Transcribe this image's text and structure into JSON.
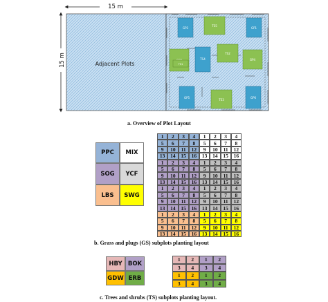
{
  "overview": {
    "dim_top": "15 m",
    "dim_left": "15 m",
    "adjacent_label": "Adjacent Plots",
    "plots": [
      {
        "id": "GP3",
        "type": "GS"
      },
      {
        "id": "TS5",
        "type": "TS"
      },
      {
        "id": "GP1",
        "type": "GS"
      },
      {
        "id": "GP2",
        "type": "GS"
      },
      {
        "id": "TS4",
        "type": "TS"
      },
      {
        "id": "TS2",
        "type": "TS"
      },
      {
        "id": "GP4",
        "type": "GS"
      },
      {
        "id": "TS1",
        "type": "TS"
      },
      {
        "id": "GP5",
        "type": "GS"
      },
      {
        "id": "TS3",
        "type": "TS"
      },
      {
        "id": "GP6",
        "type": "GS"
      }
    ],
    "colors": {
      "gs": "#3ea1cd",
      "ts": "#8cc152",
      "hatch_bg": "#c8dff2",
      "outline": "#555555"
    }
  },
  "captions": {
    "a": "a. Overview of Plot Layout",
    "b": "b. Grass and plugs (GS) subplots planting layout",
    "c": "c. Trees and shrubs (TS) subplots planting layout."
  },
  "gs_legend": [
    {
      "label": "PPC",
      "color": "#95b3d7"
    },
    {
      "label": "MIX",
      "color": "#ffffff"
    },
    {
      "label": "SOG",
      "color": "#b1a0c7"
    },
    {
      "label": "YCF",
      "color": "#d9d9d9"
    },
    {
      "label": "LBS",
      "color": "#fabf8f"
    },
    {
      "label": "SWG",
      "color": "#ffff00"
    }
  ],
  "gs_grid": {
    "numbers": [
      [
        "1",
        "2",
        "3",
        "4"
      ],
      [
        "5",
        "6",
        "7",
        "8"
      ],
      [
        "9",
        "10",
        "11",
        "12"
      ],
      [
        "13",
        "14",
        "15",
        "16"
      ]
    ],
    "colors": [
      "#95b3d7",
      "#ffffff",
      "#b1a0c7",
      "#bfbfbf",
      "#fabf8f",
      "#ffff00"
    ]
  },
  "ts_legend": [
    {
      "label": "HBY",
      "color": "#e6b8b7"
    },
    {
      "label": "BOK",
      "color": "#b1a0c7"
    },
    {
      "label": "GDW",
      "color": "#ffc000"
    },
    {
      "label": "ERB",
      "color": "#70ad47"
    }
  ],
  "ts_grid": {
    "numbers": [
      [
        "1",
        "2",
        "1",
        "2"
      ],
      [
        "3",
        "4",
        "3",
        "4"
      ],
      [
        "1",
        "2",
        "1",
        "2"
      ],
      [
        "3",
        "4",
        "3",
        "4"
      ]
    ],
    "colors": [
      "#e6b8b7",
      "#b1a0c7",
      "#ffc000",
      "#70ad47"
    ]
  }
}
